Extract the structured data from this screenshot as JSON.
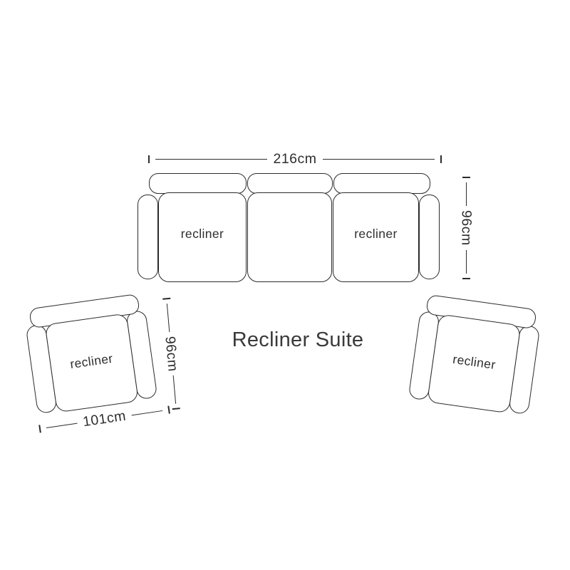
{
  "title": "Recliner Suite",
  "colors": {
    "background": "#ffffff",
    "stroke": "#2b2b2b",
    "text": "#2e2e2e"
  },
  "sofa": {
    "width_label": "216cm",
    "depth_label": "96cm",
    "left_seat_label": "recliner",
    "right_seat_label": "recliner"
  },
  "left_chair": {
    "seat_label": "recliner",
    "depth_label": "96cm",
    "width_label": "101cm"
  },
  "right_chair": {
    "seat_label": "recliner"
  }
}
